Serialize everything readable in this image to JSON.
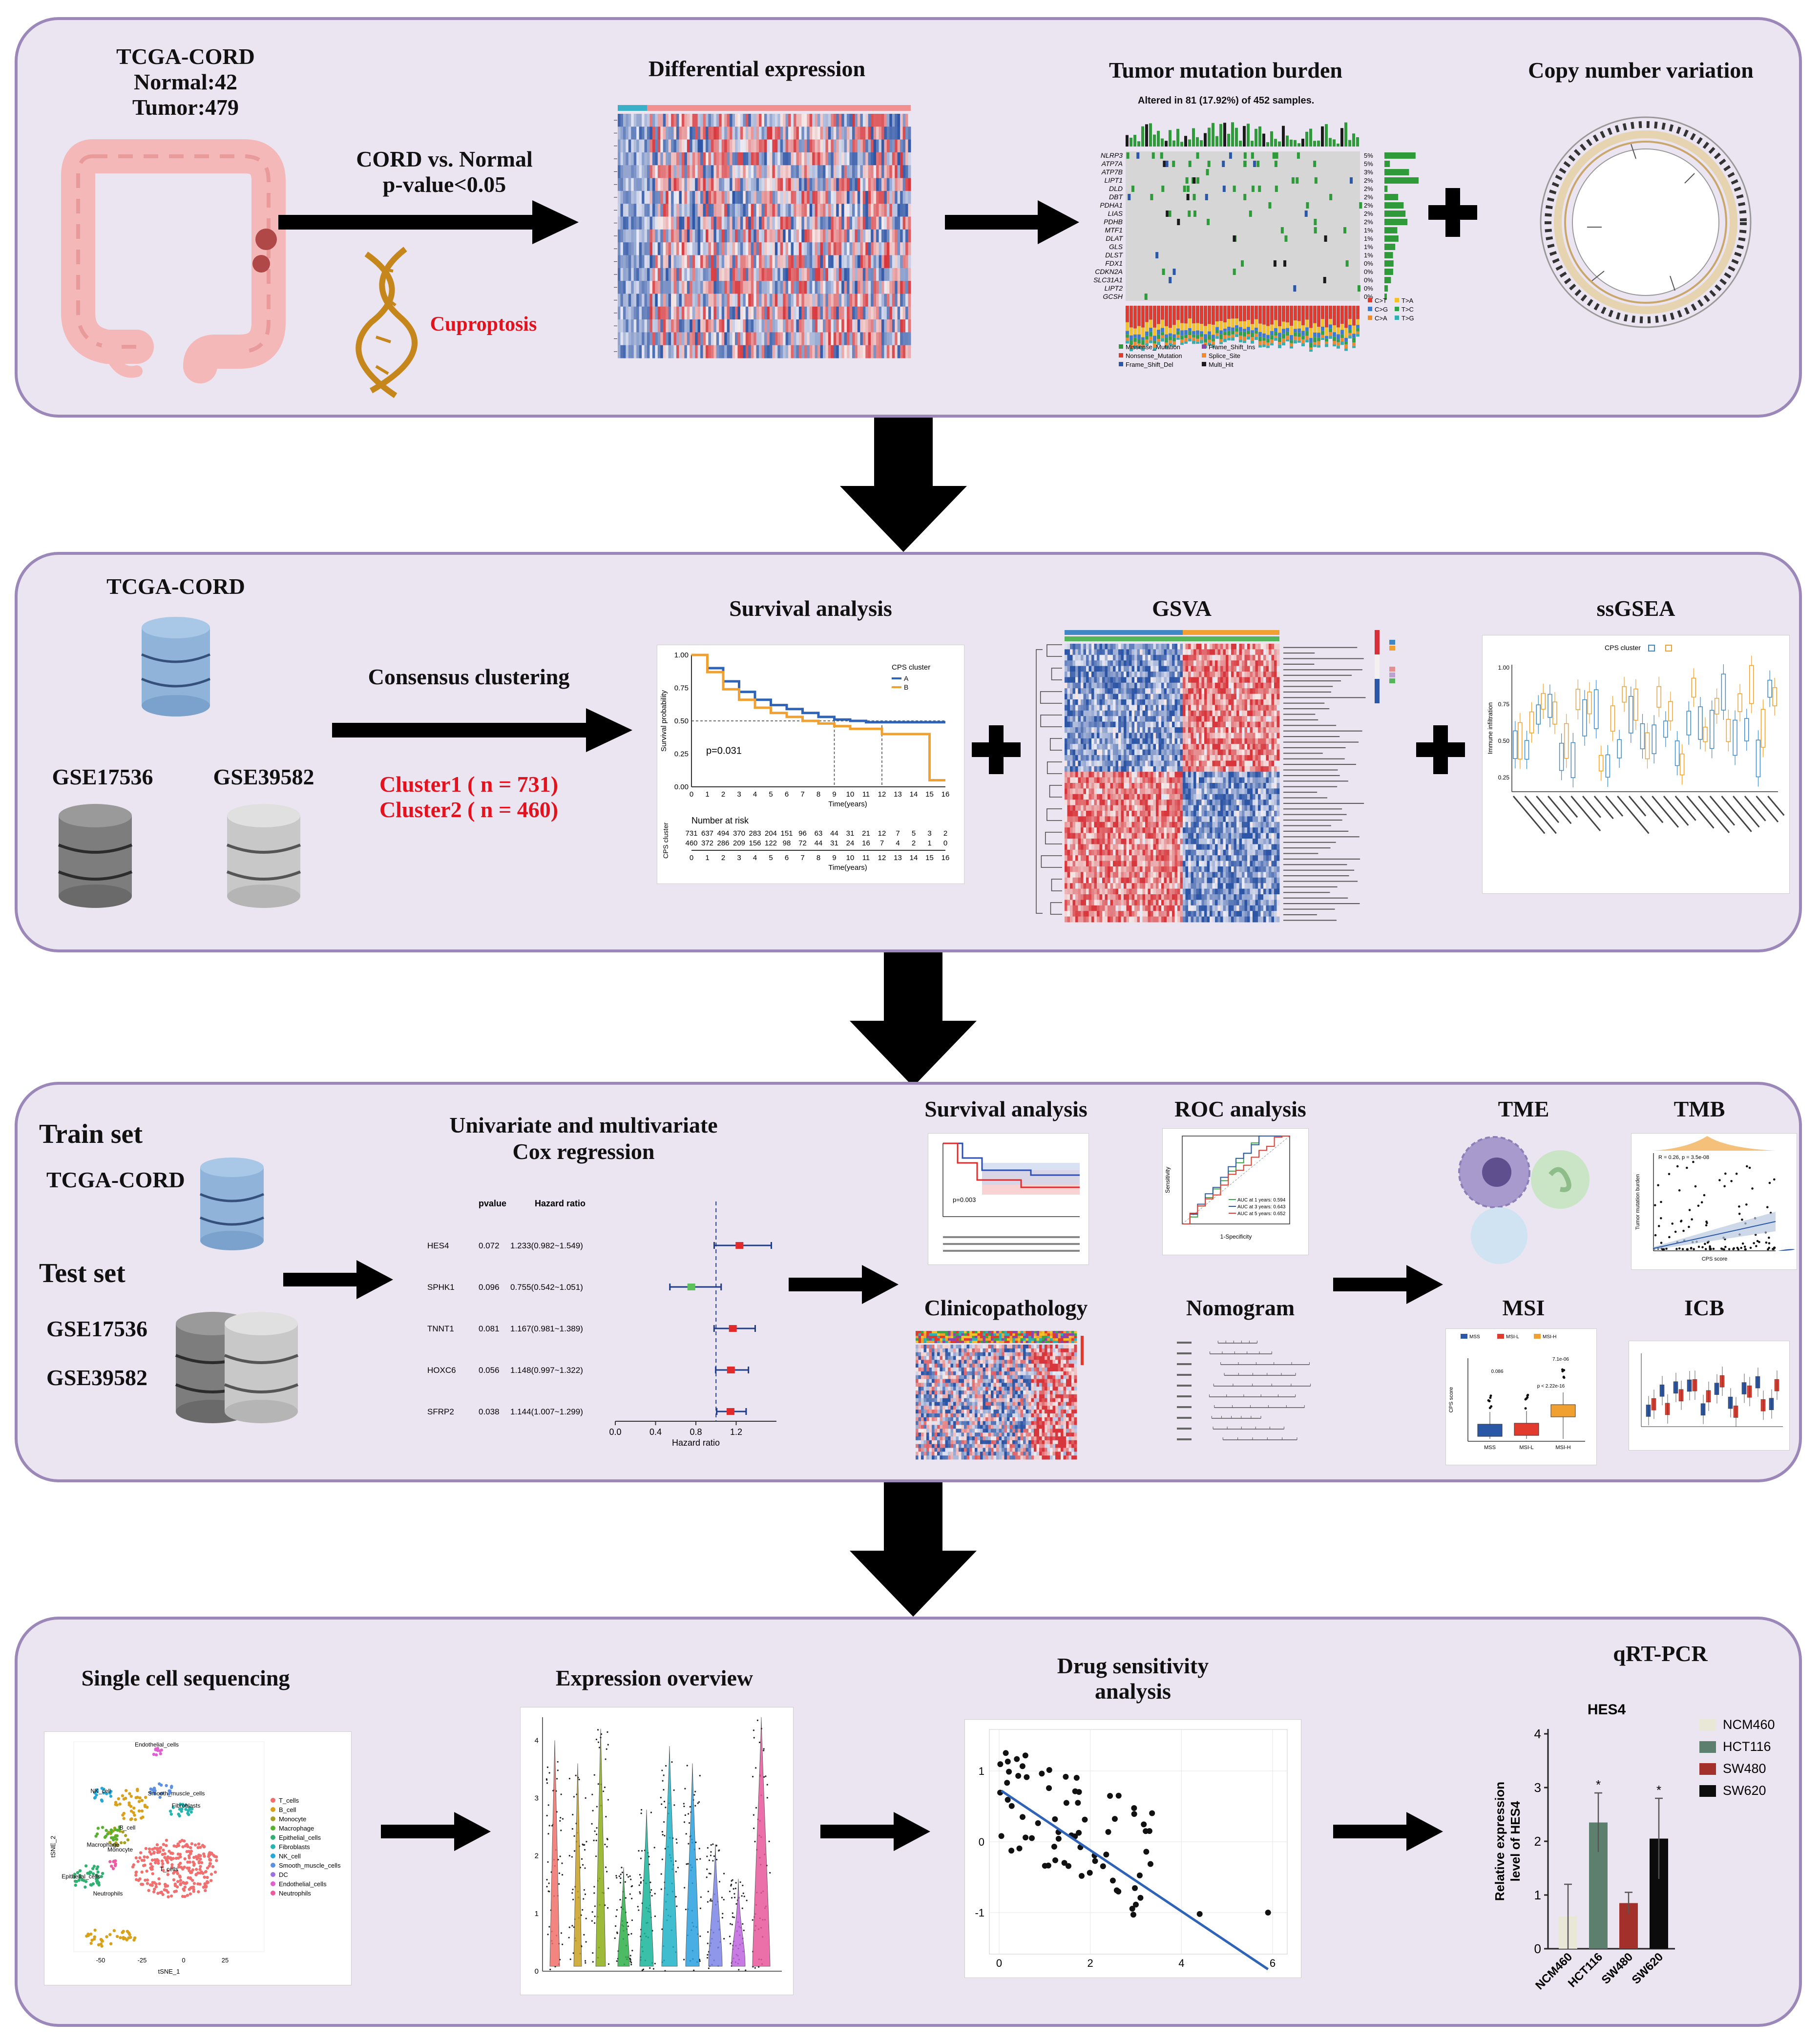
{
  "colors": {
    "panel_bg": "#ebe5f1",
    "panel_border": "#9b88b8",
    "heat_red": "#d7303a",
    "heat_blue": "#2b58a6",
    "accent_red": "#e2131f",
    "blue_series": "#2e63b8",
    "orange_series": "#f0a030"
  },
  "panel1": {
    "cohort_title": "TCGA-CORD",
    "normal_count": "Normal:42",
    "tumor_count": "Tumor:479",
    "comparison": "CORD vs. Normal",
    "pvalue": "p-value<0.05",
    "cuproptosis": "Cuproptosis",
    "de_title": "Differential expression",
    "tmb_title": "Tumor mutation burden",
    "cnv_title": "Copy number variation",
    "tmb_note": "Altered in 81 (17.92%) of 452 samples.",
    "tmb_genes": [
      "NLRP3",
      "ATP7A",
      "ATP7B",
      "LIPT1",
      "DLD",
      "DBT",
      "PDHA1",
      "LIAS",
      "PDHB",
      "MTF1",
      "DLAT",
      "GLS",
      "DLST",
      "FDX1",
      "CDKN2A",
      "SLC31A1",
      "LIPT2",
      "GCSH"
    ],
    "tmb_pcts": [
      "5%",
      "5%",
      "3%",
      "2%",
      "2%",
      "2%",
      "2%",
      "2%",
      "2%",
      "1%",
      "1%",
      "1%",
      "1%",
      "0%",
      "0%",
      "0%",
      "0%",
      "0%"
    ],
    "tmb_legend": [
      "Missense_Mutation",
      "Frame_Shift_Ins",
      "Nonsense_Mutation",
      "Splice_Site",
      "Frame_Shift_Del",
      "Multi_Hit"
    ],
    "tmb_snv": [
      "C>T",
      "T>A",
      "C>G",
      "T>C",
      "C>A",
      "T>G"
    ]
  },
  "panel2": {
    "cohort_title": "TCGA-CORD",
    "geo1": "GSE17536",
    "geo2": "GSE39582",
    "method": "Consensus clustering",
    "cluster1": "Cluster1 ( n = 731)",
    "cluster2": "Cluster2 ( n = 460)",
    "survival_title": "Survival analysis",
    "gsva_title": "GSVA",
    "ssgsea_title": "ssGSEA",
    "km": {
      "legend_title": "CPS cluster",
      "legend_a": "A",
      "legend_b": "B",
      "pvalue": "p=0.031",
      "ylabel": "Survival probability",
      "xlabel": "Time(years)",
      "yticks": [
        "1.00",
        "0.75",
        "0.50",
        "0.25",
        "0.00"
      ],
      "xticks": [
        "0",
        "1",
        "2",
        "3",
        "4",
        "5",
        "6",
        "7",
        "8",
        "9",
        "10",
        "11",
        "12",
        "13",
        "14",
        "15",
        "16"
      ],
      "risk_title": "Number at risk",
      "risk_a": [
        "731",
        "637",
        "494",
        "370",
        "283",
        "204",
        "151",
        "96",
        "63",
        "44",
        "31",
        "21",
        "12",
        "7",
        "5",
        "3",
        "2"
      ],
      "risk_b": [
        "460",
        "372",
        "286",
        "209",
        "156",
        "122",
        "98",
        "72",
        "44",
        "31",
        "24",
        "16",
        "7",
        "4",
        "2",
        "1",
        "0"
      ],
      "risk_ylabel": "CPS cluster"
    },
    "ssgsea": {
      "legend_title": "CPS cluster",
      "ylabel": "Immune infiltration",
      "yticks": [
        "1.00",
        "0.75",
        "0.50",
        "0.25"
      ]
    }
  },
  "panel3": {
    "train_label": "Train set",
    "train_cohort": "TCGA-CORD",
    "test_label": "Test set",
    "test1": "GSE17536",
    "test2": "GSE39582",
    "cox_title_1": "Univariate and multivariate",
    "cox_title_2": "Cox regression",
    "forest": {
      "col_pvalue": "pvalue",
      "col_hr": "Hazard ratio",
      "xlabel": "Hazard ratio",
      "xticks": [
        "0.0",
        "0.4",
        "0.8",
        "1.2"
      ],
      "rows": [
        {
          "gene": "HES4",
          "p": "0.072",
          "hr_text": "1.233(0.982~1.549)",
          "hr": 1.233,
          "lo": 0.982,
          "hi": 1.549
        },
        {
          "gene": "SPHK1",
          "p": "0.096",
          "hr_text": "0.755(0.542~1.051)",
          "hr": 0.755,
          "lo": 0.542,
          "hi": 1.051
        },
        {
          "gene": "TNNT1",
          "p": "0.081",
          "hr_text": "1.167(0.981~1.389)",
          "hr": 1.167,
          "lo": 0.981,
          "hi": 1.389
        },
        {
          "gene": "HOXC6",
          "p": "0.056",
          "hr_text": "1.148(0.997~1.322)",
          "hr": 1.148,
          "lo": 0.997,
          "hi": 1.322
        },
        {
          "gene": "SFRP2",
          "p": "0.038",
          "hr_text": "1.144(1.007~1.299)",
          "hr": 1.144,
          "lo": 1.007,
          "hi": 1.299
        }
      ]
    },
    "survival_title": "Survival analysis",
    "roc_title": "ROC analysis",
    "clinico_title": "Clinicopathology",
    "nomogram_title": "Nomogram",
    "tme_title": "TME",
    "tmb_title": "TMB",
    "msi_title": "MSI",
    "icb_title": "ICB",
    "roc_legend": [
      "AUC at 1 years: 0.594",
      "AUC at 3 years: 0.643",
      "AUC at 5 years: 0.652"
    ],
    "roc_xlabel": "1-Specificity",
    "roc_ylabel": "Sensitivity",
    "small_pval": "p=0.003",
    "msi_groups": [
      "MSS",
      "MSI-L",
      "MSI-H"
    ],
    "msi_ylabel": "CPS score",
    "msi_p1": "7.1e-06",
    "msi_p2": "0.086",
    "msi_p3": "p < 2.22e-16",
    "tmb_r": "R = 0.26, p = 3.5e-08",
    "tmb_xlabel": "CPS score",
    "tmb_ylabel": "Tumor mutation burden"
  },
  "panel4": {
    "sc_title": "Single cell sequencing",
    "expr_title": "Expression overview",
    "drug_title_1": "Drug sensitivity",
    "drug_title_2": "analysis",
    "qpcr_title": "qRT-PCR",
    "tsne": {
      "xlabel": "tSNE_1",
      "ylabel": "tSNE_2",
      "xticks": [
        "-50",
        "-25",
        "0",
        "25"
      ],
      "legend": [
        "T_cells",
        "B_cell",
        "Monocyte",
        "Macrophage",
        "Epithelial_cells",
        "Fibroblasts",
        "NK_cell",
        "Smooth_muscle_cells",
        "DC",
        "Endothelial_cells",
        "Neutrophils"
      ],
      "legend_colors": [
        "#f06f6f",
        "#d9a019",
        "#a8a020",
        "#58b030",
        "#2fb070",
        "#27b4b0",
        "#25a8d8",
        "#5c90e0",
        "#9b70e0",
        "#e060d0",
        "#f058a0"
      ],
      "cluster_labels": [
        "Endothelial_cells",
        "Smooth_muscle_cells",
        "NK_cell",
        "B_cell",
        "Fibroblasts",
        "Macrophage",
        "Monocyte",
        "T_cells",
        "Epithelial_cells",
        "Neutrophils"
      ]
    },
    "violin": {
      "yticks": [
        "0",
        "1",
        "2",
        "3",
        "4"
      ]
    },
    "drug": {
      "xticks": [
        "0",
        "2",
        "4",
        "6"
      ],
      "yticks": [
        "1",
        "0",
        "-1"
      ]
    },
    "qpcr": {
      "chart_title": "HES4",
      "ylabel_1": "Relative expression",
      "ylabel_2": "level of HES4",
      "yticks": [
        "4",
        "3",
        "2",
        "1",
        "0"
      ]
    }
  },
  "chart_data": [
    {
      "type": "bar",
      "title": "HES4",
      "ylabel": "Relative expression level of HES4",
      "categories": [
        "NCM460",
        "HCT116",
        "SW480",
        "SW620"
      ],
      "values": [
        0.6,
        2.35,
        0.85,
        2.05
      ],
      "errors": [
        0.6,
        0.55,
        0.2,
        0.75
      ],
      "significance": [
        "",
        "*",
        "",
        "*"
      ],
      "colors": [
        "#e9e8d6",
        "#5d7f6d",
        "#a3302b",
        "#0c0c0c"
      ],
      "ylim": [
        0,
        4
      ],
      "legend": "right"
    },
    {
      "type": "bar",
      "title": "",
      "xlabel": "Hazard ratio",
      "categories": [
        "HES4",
        "SPHK1",
        "TNNT1",
        "HOXC6",
        "SFRP2"
      ],
      "values": [
        1.233,
        0.755,
        1.167,
        1.148,
        1.144
      ],
      "lower": [
        0.982,
        0.542,
        0.981,
        0.997,
        1.007
      ],
      "upper": [
        1.549,
        1.051,
        1.389,
        1.322,
        1.299
      ],
      "pvalues": [
        0.072,
        0.096,
        0.081,
        0.056,
        0.038
      ]
    },
    {
      "type": "line",
      "title": "",
      "xlabel": "Time(years)",
      "ylabel": "Survival probability",
      "x": [
        0,
        1,
        2,
        3,
        4,
        5,
        6,
        7,
        8,
        9,
        10,
        11,
        12,
        13,
        14,
        15,
        16
      ],
      "series": [
        {
          "name": "A",
          "values": [
            1.0,
            0.9,
            0.8,
            0.72,
            0.66,
            0.62,
            0.59,
            0.56,
            0.53,
            0.51,
            0.5,
            0.49,
            0.49,
            0.49,
            0.49,
            0.49,
            0.49
          ]
        },
        {
          "name": "B",
          "values": [
            1.0,
            0.87,
            0.74,
            0.66,
            0.6,
            0.56,
            0.53,
            0.5,
            0.48,
            0.46,
            0.44,
            0.44,
            0.4,
            0.4,
            0.4,
            0.05,
            0.05
          ]
        }
      ],
      "ylim": [
        0,
        1
      ],
      "annotations": [
        "p=0.031"
      ]
    }
  ]
}
